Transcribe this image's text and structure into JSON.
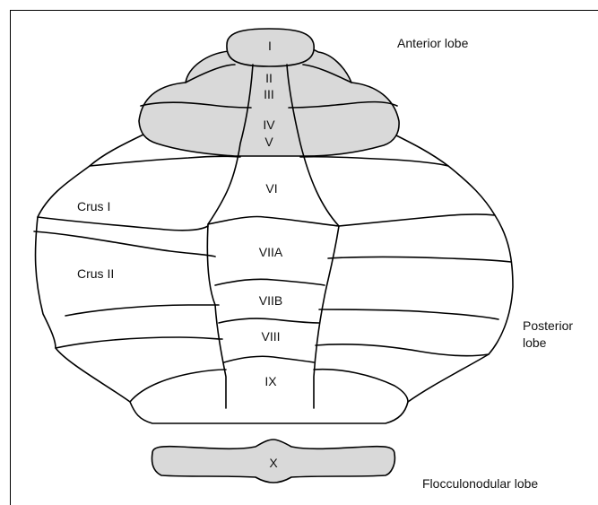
{
  "diagram": {
    "lobe_labels": {
      "anterior": "Anterior lobe",
      "posterior_line1": "Posterior",
      "posterior_line2": "lobe",
      "flocculonodular": "Flocculonodular lobe"
    },
    "lobules": {
      "i": "I",
      "ii": "II",
      "iii": "III",
      "iv": "IV",
      "v": "V",
      "vi": "VI",
      "viia": "VIIA",
      "viib": "VIIB",
      "viii": "VIII",
      "ix": "IX",
      "x": "X"
    },
    "hemisphere_labels": {
      "crus1": "Crus I",
      "crus2": "Crus II"
    },
    "colors": {
      "anterior_fill": "#d9d9d9",
      "outline": "#000000",
      "background": "#ffffff"
    }
  }
}
